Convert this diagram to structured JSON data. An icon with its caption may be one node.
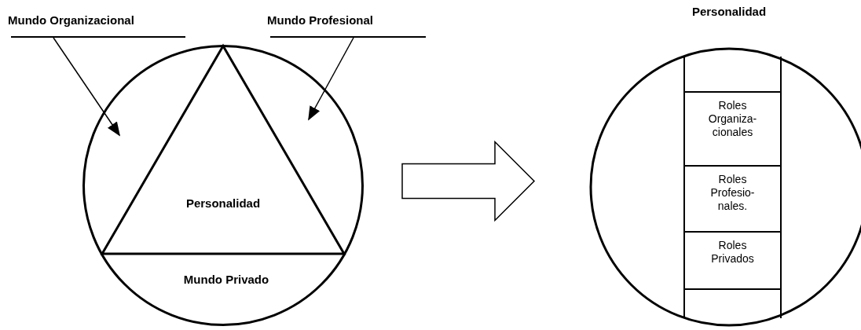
{
  "diagram": {
    "nodes": [
      {
        "text": [
          "Mundo Organizacional"
        ]
      },
      {
        "text": [
          "Mundo Profesional"
        ]
      },
      {
        "text": [],
        "shape": "circle"
      },
      {
        "text": [
          "Personalidad"
        ],
        "in": 2
      },
      {
        "text": [
          "Personalidad"
        ]
      },
      {
        "text": [],
        "shape": "box",
        "in": 4
      },
      {
        "text": [
          "Roles Organiza- cionales"
        ],
        "in": 4
      },
      {
        "text": [
          "Roles Profesio- nales."
        ],
        "in": 4
      },
      {
        "text": [
          "Roles Privados"
        ],
        "in": 4
      },
      {
        "text": [],
        "shape": "box",
        "in": 4
      }
    ],
    "edges": [
      {
        "from": 0,
        "to": 2,
        "arrow": "to"
      },
      {
        "from": 1,
        "to": 2,
        "arrow": "to"
      },
      {
        "from": 2,
        "to": 4,
        "arrow": "to",
        "style": "thick"
      }
    ],
    "labels": [
      "Mundo Privado"
    ]
  }
}
